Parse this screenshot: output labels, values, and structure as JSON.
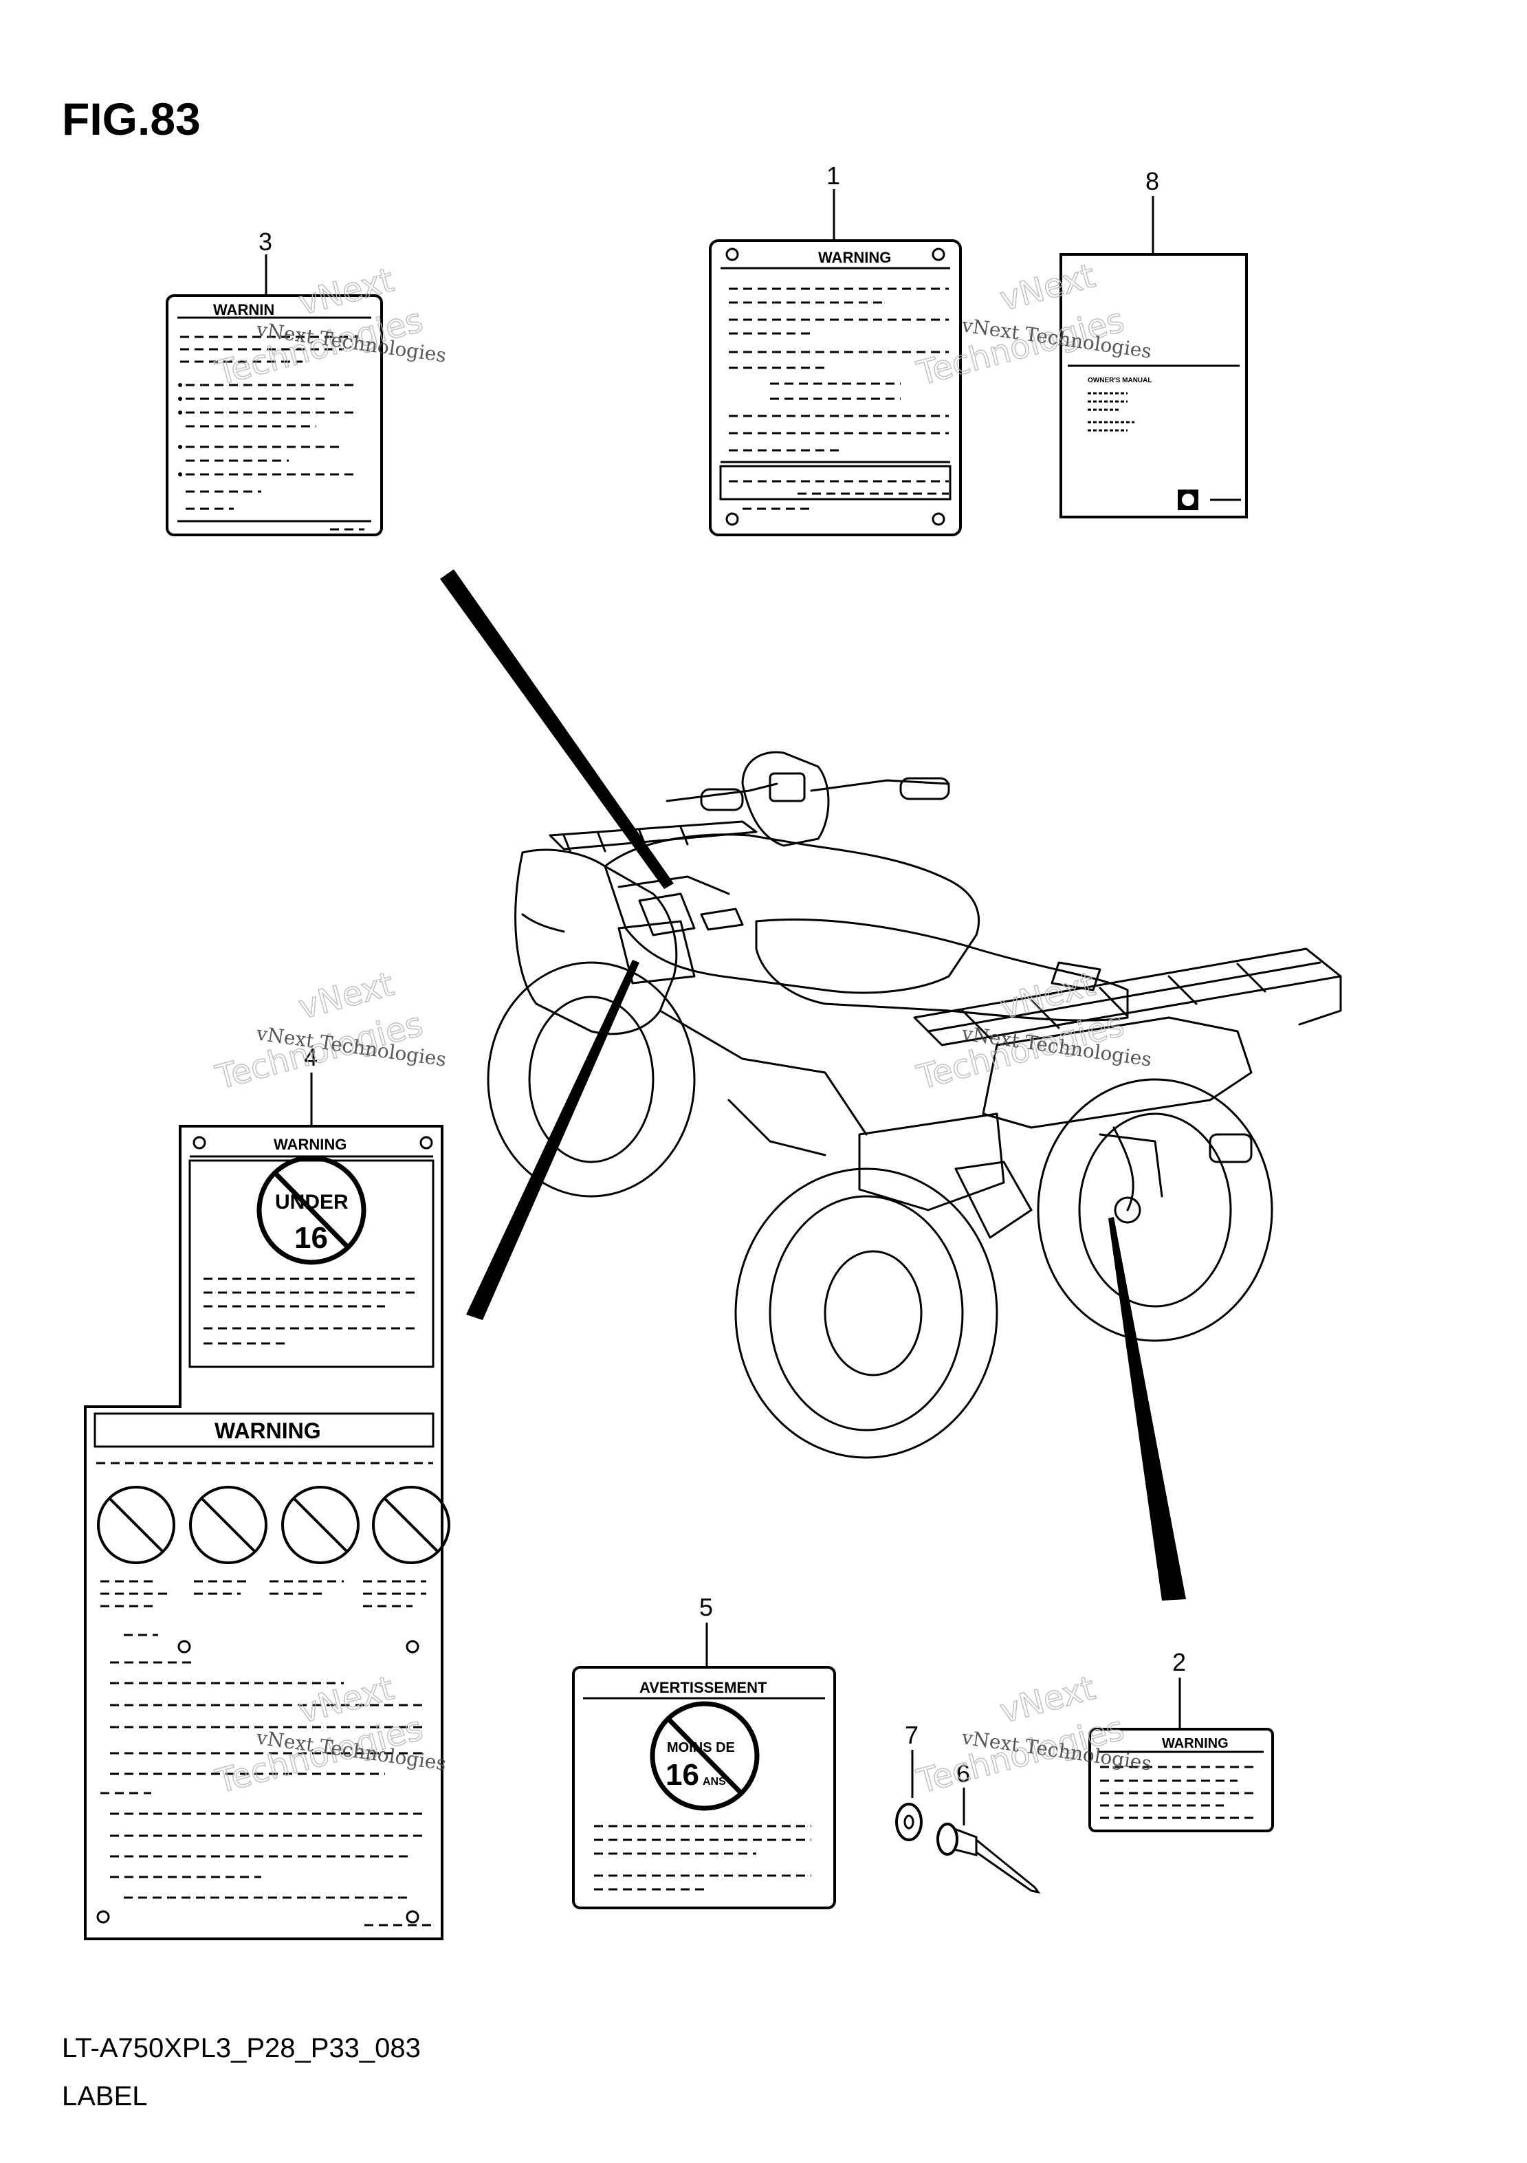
{
  "figure": {
    "title": "FIG.83",
    "code": "LT-A750XPL3_P28_P33_083",
    "name": "LABEL"
  },
  "callouts": [
    "1",
    "2",
    "3",
    "4",
    "5",
    "6",
    "7",
    "8"
  ],
  "labels": {
    "warning": "WARNING",
    "warning_partial": "WARNIN",
    "avertissement": "AVERTISSEMENT",
    "under": "UNDER",
    "under_age": "16",
    "moins_de": "MOINS DE",
    "moins_age": "16",
    "ans": "ANS",
    "owners_manual": "OWNER'S MANUAL"
  },
  "watermark": {
    "company": "vNext Technologies",
    "line1": "vNext",
    "line2": "Technologies"
  },
  "colors": {
    "ink": "#000000",
    "paper": "#ffffff",
    "watermark": "#bbbbbb"
  }
}
